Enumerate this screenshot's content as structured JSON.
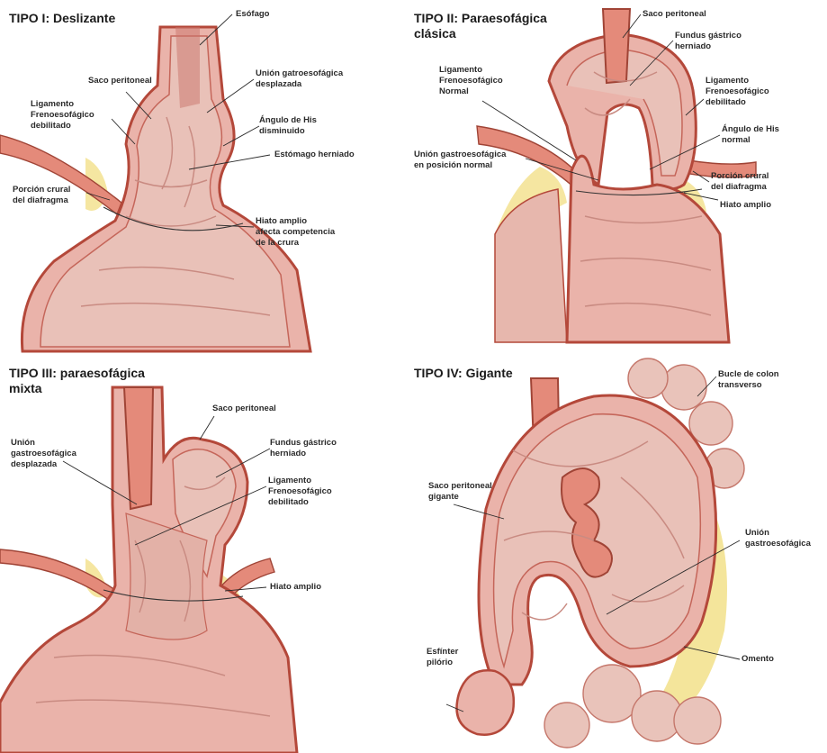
{
  "panels": [
    {
      "title": "TIPO I: Deslizante",
      "labels": [
        "Esófago",
        "Saco peritoneal",
        "Unión gatroesofágica\ndesplazada",
        "Ligamento\nFrenoesofágico\ndebilitado",
        "Ángulo de His\ndisminuido",
        "Estómago herniado",
        "Porción crural\ndel diafragma",
        "Hiato amplio\nafecta competencia\nde la crura"
      ]
    },
    {
      "title": "TIPO II: Paraesofágica\nclásica",
      "labels": [
        "Saco peritoneal",
        "Fundus gástrico\nherniado",
        "Ligamento\nFrenoesofágico\nNormal",
        "Ligamento\nFrenoesofágico\ndebilitado",
        "Ángulo de His\nnormal",
        "Unión gastroesofágica\nen posición normal",
        "Porción crural\ndel diafragma",
        "Hiato amplio"
      ]
    },
    {
      "title": "TIPO III: paraesofágica\nmixta",
      "labels": [
        "Saco peritoneal",
        "Unión\ngastroesofágica\ndesplazada",
        "Fundus gástrico\nherniado",
        "Ligamento\nFrenoesofágico\ndebilitado",
        "Hiato amplio"
      ]
    },
    {
      "title": "TIPO IV: Gigante",
      "labels": [
        "Bucle de colon\ntransverso",
        "Saco peritoneal\ngigante",
        "Unión\ngastroesofágica",
        "Esfínter\npilório",
        "Omento"
      ]
    }
  ]
}
